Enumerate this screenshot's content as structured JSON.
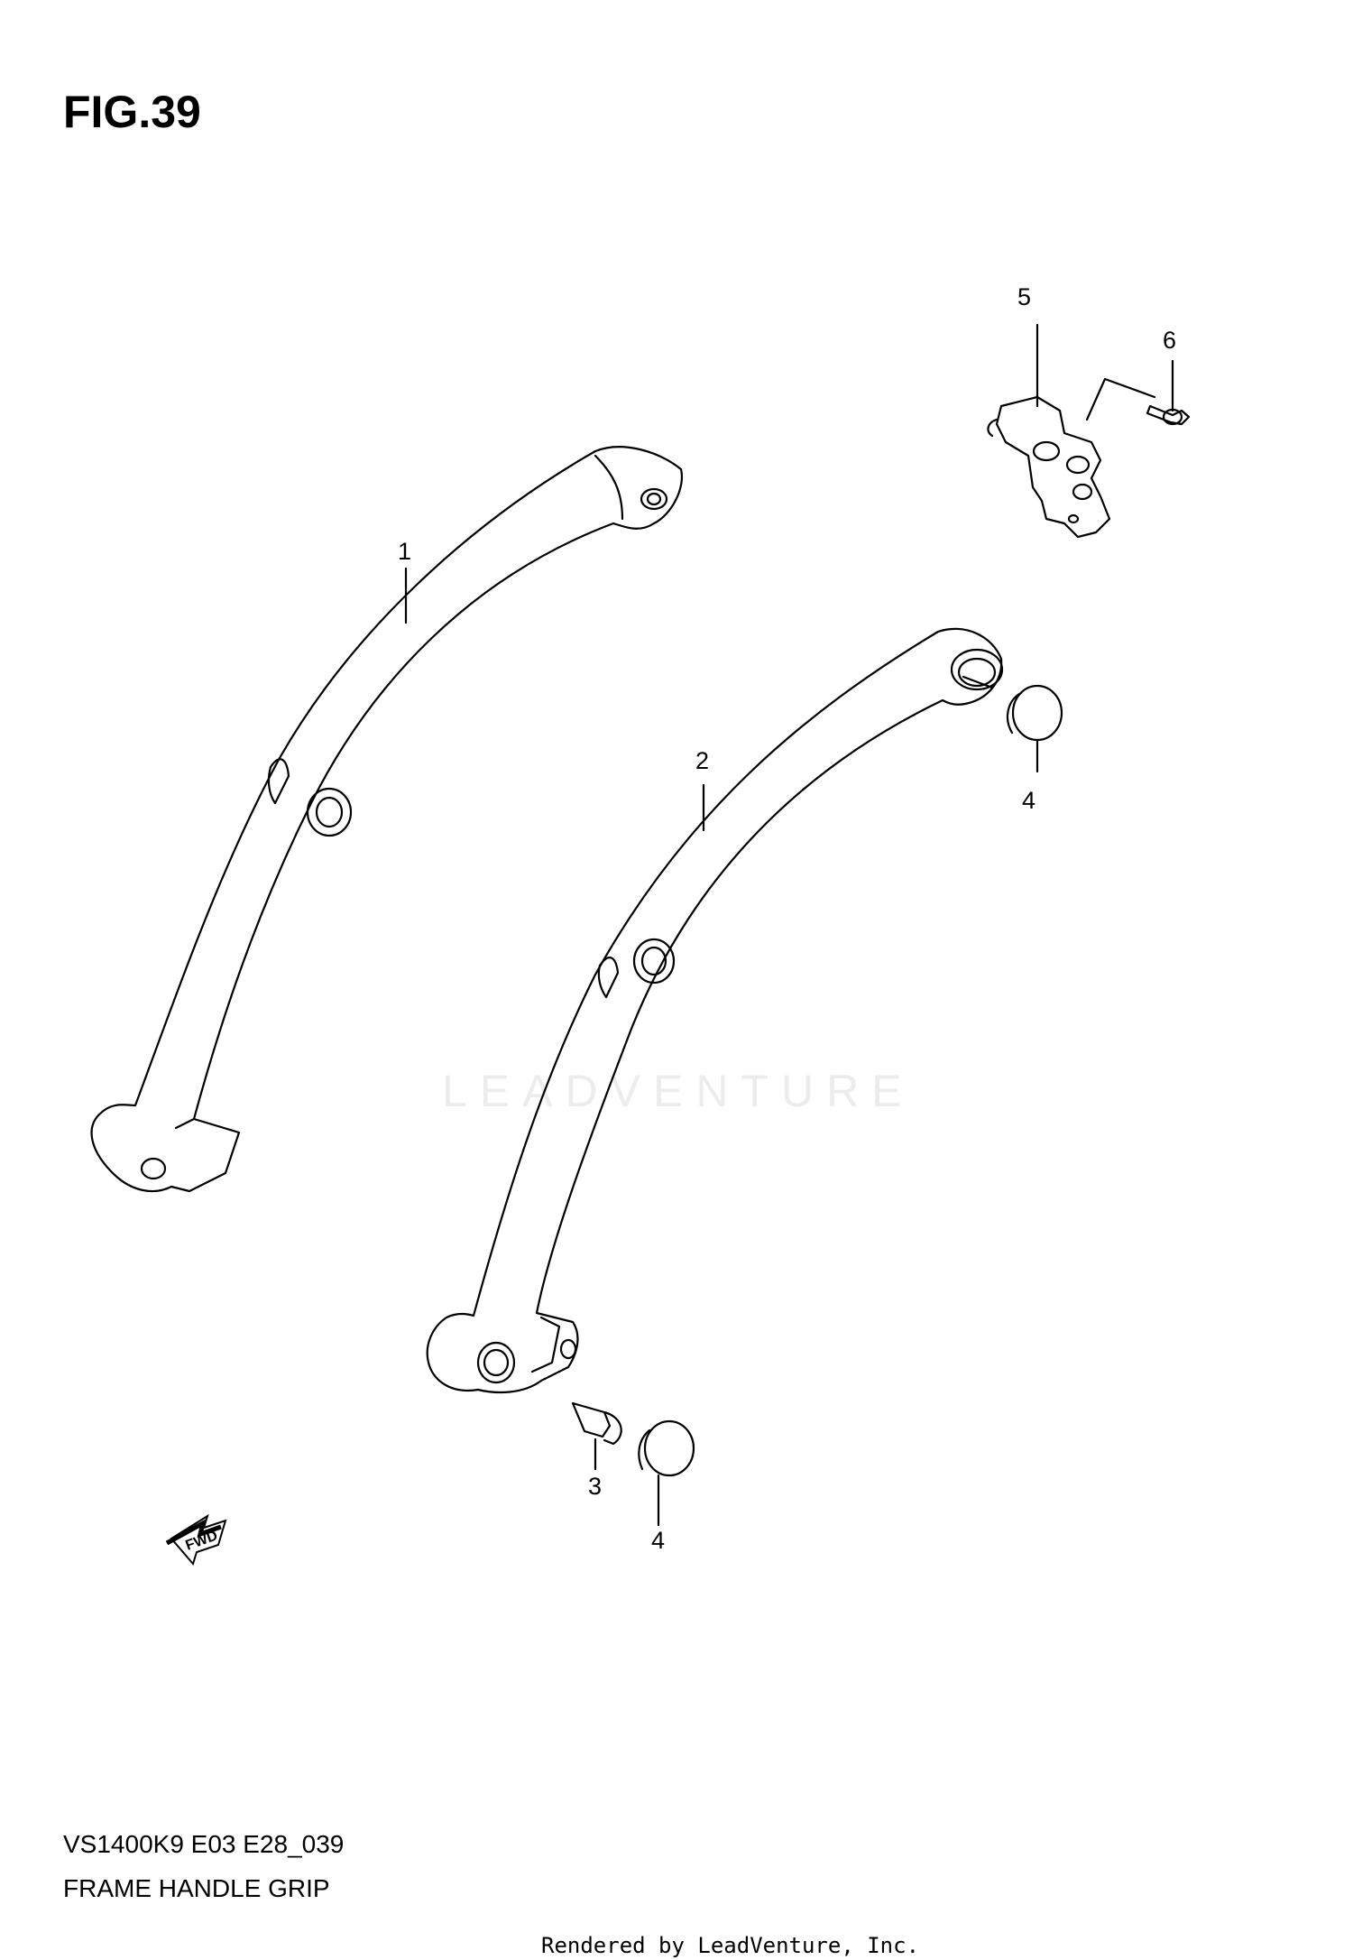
{
  "figure": {
    "title": "FIG.39"
  },
  "callouts": [
    {
      "id": "1",
      "label": "1"
    },
    {
      "id": "2",
      "label": "2"
    },
    {
      "id": "3",
      "label": "3"
    },
    {
      "id": "4a",
      "label": "4"
    },
    {
      "id": "4b",
      "label": "4"
    },
    {
      "id": "5",
      "label": "5"
    },
    {
      "id": "6",
      "label": "6"
    }
  ],
  "fwd_arrow": {
    "label": "FWD"
  },
  "watermark": {
    "text": "LEADVENTURE"
  },
  "footer": {
    "model_code": "VS1400K9 E03 E28_039",
    "section_name": "FRAME HANDLE GRIP",
    "rendered_by": "Rendered by LeadVenture, Inc."
  }
}
